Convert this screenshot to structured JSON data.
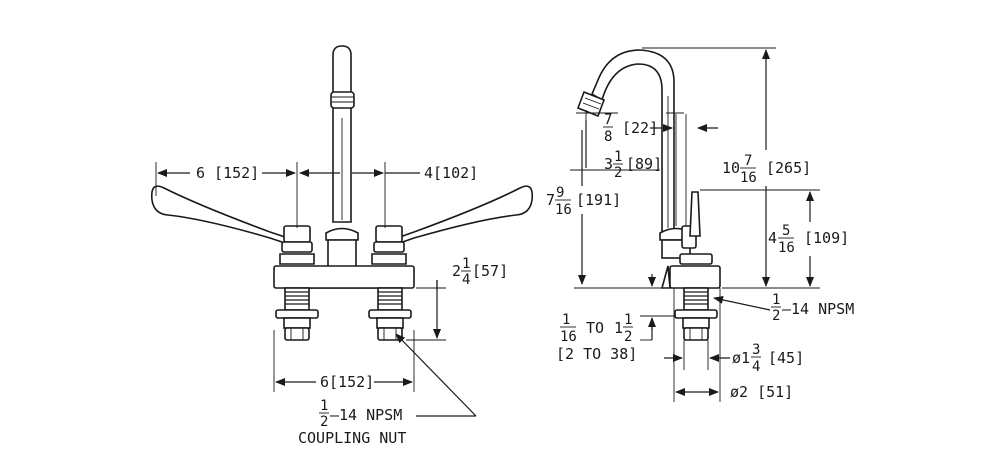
{
  "front_view": {
    "handle_span": "6 [152]",
    "spout_offset": "4[102]",
    "height_whole": "2",
    "height_num": "1",
    "height_den": "4",
    "height_metric": "[57]",
    "centers": "6[152]",
    "callout_whole": "",
    "callout_num": "1",
    "callout_den": "2",
    "callout_text": "–14 NPSM",
    "callout_sub": "COUPLING NUT"
  },
  "side_view": {
    "reach_num": "7",
    "reach_den": "8",
    "reach_metric": "[22]",
    "spout_whole": "3",
    "spout_num": "1",
    "spout_den": "2",
    "spout_metric": "[89]",
    "overall_whole": "10",
    "overall_num": "7",
    "overall_den": "16",
    "overall_metric": "[265]",
    "total_whole": "7",
    "total_num": "9",
    "total_den": "16",
    "total_metric": "[191]",
    "lever_whole": "4",
    "lever_num": "5",
    "lever_den": "16",
    "lever_metric": "[109]",
    "npsm_num": "1",
    "npsm_den": "2",
    "npsm_text": "–14  NPSM",
    "deck_num_a": "1",
    "deck_den_a": "16",
    "deck_to": "TO",
    "deck_whole_b": "1",
    "deck_num_b": "1",
    "deck_den_b": "2",
    "deck_metric": "[2  TO  38]",
    "dia1_prefix": "ø1",
    "dia1_num": "3",
    "dia1_den": "4",
    "dia1_metric": "[45]",
    "dia2": "ø2  [51]"
  }
}
